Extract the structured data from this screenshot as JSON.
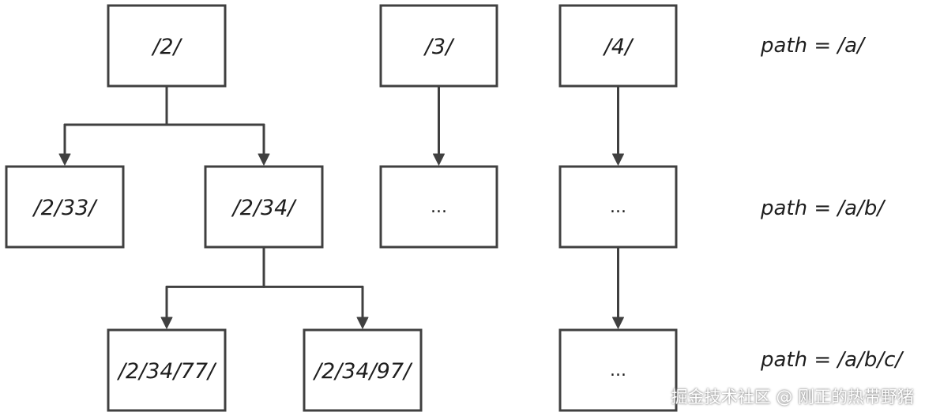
{
  "nodes": [
    {
      "id": "n2",
      "label": "/2/"
    },
    {
      "id": "n3",
      "label": "/3/"
    },
    {
      "id": "n4",
      "label": "/4/"
    },
    {
      "id": "n2_33",
      "label": "/2/33/"
    },
    {
      "id": "n2_34",
      "label": "/2/34/"
    },
    {
      "id": "n3_child",
      "label": "..."
    },
    {
      "id": "n4_child",
      "label": "..."
    },
    {
      "id": "n2_34_77",
      "label": "/2/34/77/"
    },
    {
      "id": "n2_34_97",
      "label": "/2/34/97/"
    },
    {
      "id": "n4_grandchild",
      "label": "..."
    }
  ],
  "edges": [
    {
      "from": "n2",
      "to": "n2_33"
    },
    {
      "from": "n2",
      "to": "n2_34"
    },
    {
      "from": "n3",
      "to": "n3_child"
    },
    {
      "from": "n4",
      "to": "n4_child"
    },
    {
      "from": "n2_34",
      "to": "n2_34_77"
    },
    {
      "from": "n2_34",
      "to": "n2_34_97"
    },
    {
      "from": "n4_child",
      "to": "n4_grandchild"
    }
  ],
  "levels": [
    {
      "label": "path = /a/"
    },
    {
      "label": "path = /a/b/"
    },
    {
      "label": "path = /a/b/c/"
    }
  ],
  "watermark": "掘金技术社区 @ 刚正的热带野猪",
  "colors": {
    "stroke": "#404040",
    "text": "#1e1e1e",
    "background": "#ffffff"
  }
}
